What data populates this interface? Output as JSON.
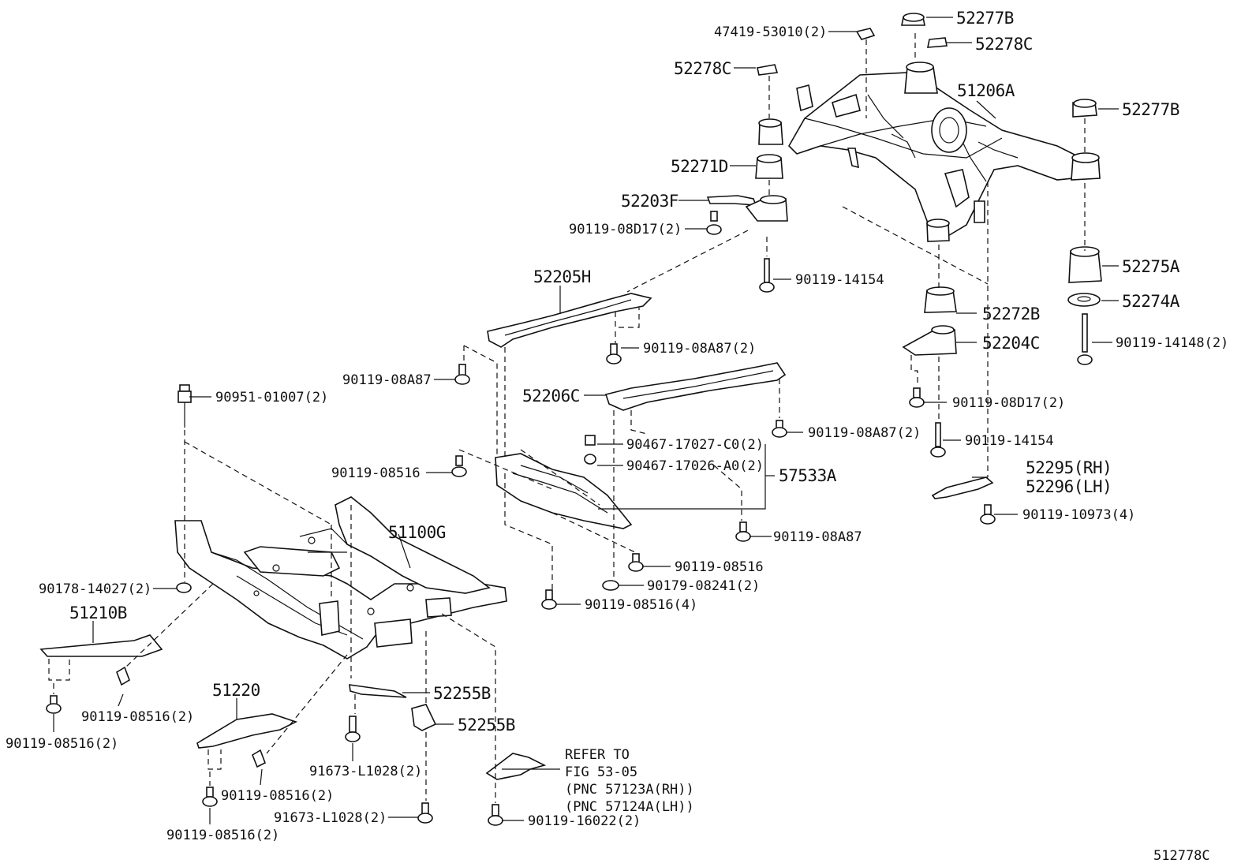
{
  "labels": {
    "p47419": "47419-53010(2)",
    "p52277b_top": "52277B",
    "p52278c_right": "52278C",
    "p52278c_left": "52278C",
    "p51206a": "51206A",
    "p52277b_right": "52277B",
    "p52271d": "52271D",
    "p52203f": "52203F",
    "p90119_08d17_a": "90119-08D17(2)",
    "p90119_14154_a": "90119-14154",
    "p52275a": "52275A",
    "p52274a": "52274A",
    "p52205h": "52205H",
    "p52272b": "52272B",
    "p52204c": "52204C",
    "p90119_14148": "90119-14148(2)",
    "p90119_08a87_a": "90119-08A87(2)",
    "p90119_08a87_b": "90119-08A87",
    "p90951": "90951-01007(2)",
    "p52206c": "52206C",
    "p90119_08d17_b": "90119-08D17(2)",
    "p90119_08a87_c": "90119-08A87(2)",
    "p90467_c0": "90467-17027-C0(2)",
    "p90467_a0": "90467-17026-A0(2)",
    "p57533a": "57533A",
    "p90119_14154_b": "90119-14154",
    "p90119_08516_a": "90119-08516",
    "p52295": "52295(RH)",
    "p52296": "52296(LH)",
    "p90119_10973": "90119-10973(4)",
    "p51100g": "51100G",
    "p90119_08a87_d": "90119-08A87",
    "p90119_08516_b": "90119-08516",
    "p90178": "90178-14027(2)",
    "p90179": "90179-08241(2)",
    "p51210b": "51210B",
    "p90119_08516_c": "90119-08516(4)",
    "p52255b_a": "52255B",
    "p90119_08516_d": "90119-08516(2)",
    "p90119_08516_e": "90119-08516(2)",
    "p51220": "51220",
    "p52255b_b": "52255B",
    "p91673_a": "91673-L1028(2)",
    "p90119_08516_f": "90119-08516(2)",
    "p91673_b": "91673-L1028(2)",
    "p90119_08516_g": "90119-08516(2)",
    "p90119_16022": "90119-16022(2)",
    "refer_1": "REFER TO",
    "refer_2": "FIG 53-05",
    "refer_3": "(PNC 57123A(RH))",
    "refer_4": "(PNC 57124A(LH))",
    "figure_id": "512778C"
  },
  "icons": [
    "bolt-icon",
    "bushing-icon",
    "nut-icon",
    "bracket-icon",
    "crossmember-icon"
  ]
}
